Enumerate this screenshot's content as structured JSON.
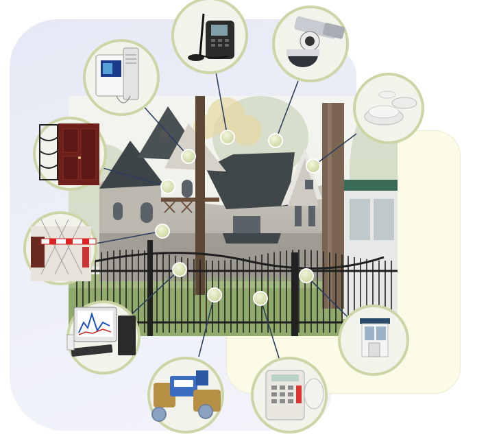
{
  "scene": {
    "subject": "house-with-fence",
    "callouts": [
      {
        "name": "intercom-callout",
        "icon": "video-intercom-icon"
      },
      {
        "name": "gsm-phone-callout",
        "icon": "gsm-phone-icon"
      },
      {
        "name": "cctv-camera-callout",
        "icon": "dome-camera-icon"
      },
      {
        "name": "smoke-detector-callout",
        "icon": "smoke-detector-icon"
      },
      {
        "name": "steel-door-callout",
        "icon": "steel-door-icon"
      },
      {
        "name": "barrier-gate-callout",
        "icon": "barrier-gate-icon"
      },
      {
        "name": "monitoring-pc-callout",
        "icon": "computer-monitor-icon"
      },
      {
        "name": "guard-booth-callout",
        "icon": "guard-booth-icon"
      },
      {
        "name": "water-meter-callout",
        "icon": "water-meter-icon"
      },
      {
        "name": "alarm-panel-callout",
        "icon": "alarm-keypad-icon"
      }
    ],
    "colors": {
      "marker_fill": "#dfe6b4",
      "marker_stroke": "#ffffff",
      "ring": "#c9d3a3",
      "line": "#2c3e5c"
    }
  }
}
